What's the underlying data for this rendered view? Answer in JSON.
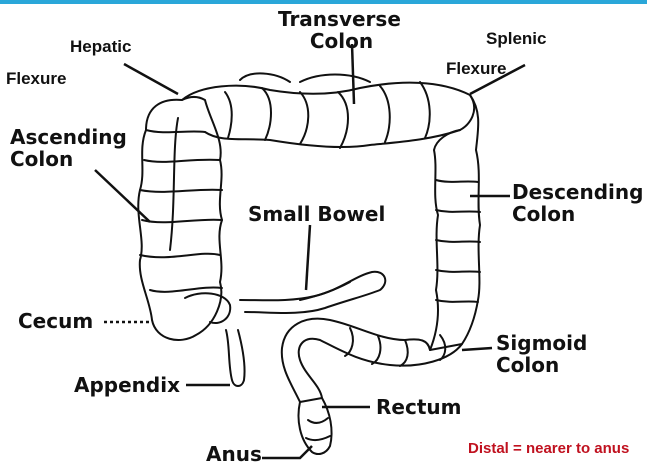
{
  "colors": {
    "accent_bar": "#2aa7d9",
    "note": "#c0111f",
    "ink": "#111111"
  },
  "labels": {
    "transverse": [
      "Transverse",
      "Colon"
    ],
    "hepatic": [
      "Hepatic",
      "Flexure"
    ],
    "splenic": [
      "Splenic",
      "Flexure"
    ],
    "ascending": [
      "Ascending",
      "Colon"
    ],
    "descending": [
      "Descending",
      "Colon"
    ],
    "small_bowel": "Small Bowel",
    "cecum": "Cecum",
    "appendix": "Appendix",
    "sigmoid": [
      "Sigmoid",
      "Colon"
    ],
    "rectum": "Rectum",
    "anus": "Anus"
  },
  "note": "Distal = nearer to anus"
}
